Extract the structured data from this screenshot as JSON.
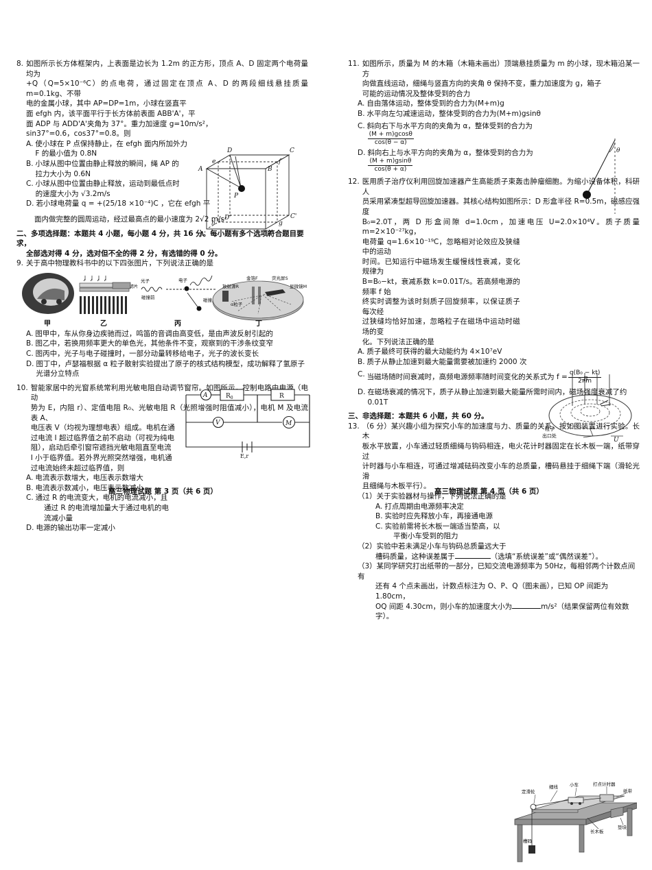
{
  "document": {
    "title": "高三物理试题",
    "left_page_footer": "高三物理试题  第 3 页（共 6 页）",
    "right_page_footer": "高三物理试题  第 4 页（共 6 页）"
  },
  "q8": {
    "number": "8.",
    "stem_l1": "如图所示长方体框架内，上表面是边长为 1.2m 的正方形，顶点 A、D 固定两个电荷量均为",
    "stem_l2": "+Q（Q=5×10⁻⁶C）的点电荷，通过固定在顶点 A、D 的两段细线悬挂质量 m=0.1kg、不带",
    "stem_l3": "电的金属小球，其中 AP=DP=1m，小球在竖直平",
    "stem_l4": "面 efgh 内，该平面平行于长方体前表面 ABB'A'，平",
    "stem_l5": "面 ADP 与 ADD'A'夹角为 37°。重力加速度 g=10m/s²，",
    "stem_l6": "sin37°=0.6，cos37°=0.8。则",
    "optA_1": "使小球在 P 点保持静止，在 efgh 面内所加外力",
    "optA_2": "F 的最小值为 0.8N",
    "optB_1": "小球从图中位置由静止释放的瞬间，绳 AP 的",
    "optB_2": "拉力大小为 0.6N",
    "optC_1": "小球从图中位置由静止释放，运动到最低点时",
    "optC_2": "的速度大小为 √3.2m/s",
    "optD_1": "若小球电荷量 q = +(25/18 ×10⁻⁴)C ，它在 efgh 平",
    "optD_2": "面内做完整的圆周运动，经过最高点的最小速度为 2√2 m/s",
    "figure_labels": [
      "D",
      "C",
      "e",
      "f",
      "A",
      "B",
      "P",
      "D'",
      "C'",
      "h",
      "g",
      "A'",
      "B'"
    ]
  },
  "section2": {
    "line1": "二、多项选择题：本题共 4 小题，每小题 4 分，共 16 分。每小题有多个选项符合题目要求，",
    "line2": "全部选对得 4 分，选对但不全的得 2 分，有选错的得 0 分。"
  },
  "q9": {
    "number": "9.",
    "stem": "关于高中物理教科书中的以下四张图片，下列说法正确的是",
    "fig_captions": [
      "甲",
      "乙",
      "丙",
      "丁"
    ],
    "fig_labels": [
      "滤片",
      "光子",
      "电子",
      "碰撞前",
      "碰撞后",
      "放射源R",
      "金箔F",
      "荧光屏S",
      "显微镜M",
      "α粒子"
    ],
    "optA": "图甲中，车从你身边疾驰而过，鸣笛的音调由高变低，是由声波反射引起的",
    "optB": "图乙中，若换用频率更大的单色光，其他条件不变，观察到的干涉条纹变窄",
    "optC": "图丙中，光子与电子碰撞时，一部分动量转移给电子，光子的波长变长",
    "optD_1": "图丁中，卢瑟福根据 α 粒子散射实验提出了原子的核式结构模型，成功解释了氢原子",
    "optD_2": "光谱分立特点"
  },
  "q10": {
    "number": "10.",
    "stem_l1": "智能家居中的光窗系统常利用光敏电阻自动调节窗帘。如图所示，控制电路由电源（电动",
    "stem_l2": "势为 E，内阻 r）、定值电阻 R₀、光敏电阻 R（光照增强时阻值减小），电机 M 及电流表 A、",
    "stem_l3": "电压表 V（均视为理想电表）组成。电机在通",
    "stem_l4": "过电流 I 超过临界值之前不启动（可视为纯电",
    "stem_l5": "阻），启动后牵引窗帘遮挡光敏电阻直至电流",
    "stem_l6": "I 小于临界值。若外界光照突然增强，电机通",
    "stem_l7": "过电流始终未超过临界值，则",
    "optA": "电流表示数增大，电压表示数增大",
    "optB": "电流表示数减小，电压表示数减小",
    "optC_1": "通过 R 的电流变大，电机的电流减小，且",
    "optC_2": "通过 R 的电流增加量大于通过电机的电流减小量",
    "optD": "电源的输出功率一定减小",
    "circuit_labels": [
      "A",
      "R₀",
      "R",
      "V",
      "M",
      "E,r"
    ]
  },
  "q11": {
    "number": "11.",
    "stem_l1": "如图所示，质量为 M 的木箱（木箱未画出）顶端悬挂质量为 m 的小球，现木箱沿某一方",
    "stem_l2": "向做直线运动，细绳与竖直方向的夹角 θ 保持不变，重力加速度为 g，箱子",
    "stem_l3": "可能的运动情况及整体受到的合力",
    "optA": "自由落体运动，整体受到的合力为(M+m)g",
    "optB": "水平向左匀减速运动，整体受到的合力为(M+m)gsinθ",
    "optC_pre": "斜向右下与水平方向的夹角为 α，整体受到的合力为",
    "optC_num": "(M + m)gcosθ",
    "optC_den": "cos(θ − α)",
    "optD_pre": "斜向右上与水平方向的夹角为 α，整体受到的合力为",
    "optD_num": "(M + m)gsinθ",
    "optD_den": "cos(θ + α)",
    "fig_label": "θ"
  },
  "q12": {
    "number": "12.",
    "stem_l1": "医用质子治疗仪利用回旋加速器产生高能质子束轰击肿瘤细胞。为缩小设备体积，科研人",
    "stem_l2": "员采用紧凑型超导回旋加速器。其核心结构如图所示：D 形盒半径 R=0.5m，磁感应强度",
    "stem_l3": "B₀=2.0T，两 D 形盒间隙 d=1.0cm，加速电压 U=2.0×10⁴V。质子质量 m=2×10⁻²⁷kg，",
    "stem_l4": "电荷量 q=1.6×10⁻¹⁹C，忽略相对论效应及狭缝中的运动",
    "stem_l5": "时间。已知运行中磁场发生缓慢线性衰减，变化规律为",
    "stem_l6": "B=B₀−kt，衰减系数 k=0.01T/s。若高频电源的频率 f 始",
    "stem_l7": "终实时调整为该时刻质子回旋频率，以保证质子每次经",
    "stem_l8": "过狭缝均恰好加速，忽略粒子在磁场中运动时磁场的变",
    "stem_l9": "化。下列说法正确的是",
    "optA": "质子最终可获得的最大动能约为 4×10⁷eV",
    "optB": "质子从静止加速到最大能量需要被加速约 2000 次",
    "optC_pre": "当磁场随时间衰减时，高频电源频率随时间变化的关系式为 f =",
    "optC_num": "q(B₀ − kt)",
    "optC_den": "2πm",
    "optD": "在磁场衰减的情况下，质子从静止加速到最大能量所需时间内，磁场强度衰减了约 0.01T",
    "fig_labels": [
      "B",
      "粒子",
      "出口处",
      "U"
    ]
  },
  "section3": {
    "line1": "三、非选择题：本题共 6 小题，共 60 分。"
  },
  "q13": {
    "number": "13.",
    "stem_l1": "（6 分）某兴趣小组为探究小车的加速度与力、质量的关系，按如图装置进行实验。长木",
    "stem_l2": "板水平放置，小车通过轻质细绳与钩码相连，电火花计时器固定在长木板一端，纸带穿过",
    "stem_l3": "计时器与小车相连，可通过增减砝码改变小车的总质量，槽码悬挂于细绳下端（滑轮光滑",
    "stem_l4": "且细绳与木板平行）。",
    "sub1": "（1）关于实验器材与操作，下列说法正确的是",
    "optA": "打点周期由电源频率决定",
    "optB": "实验时应先释放小车，再接通电源",
    "optC_1": "实验前需将长木板一端适当垫高，以",
    "optC_2": "平衡小车受到的阻力",
    "sub2_1": "（2）实验中若未满足小车与钩码总质量远大于",
    "sub2_2_pre": "槽码质量，这种误差属于",
    "sub2_2_post": "（选填“系统误差”或“偶然误差”）。",
    "sub3_1": "（3）某同学研究打出纸带的一部分，已知交流电源频率为 50Hz，每相邻两个计数点间有",
    "sub3_2": "还有 4 个点未画出，计数点标注为 O、P、Q（图未画），已知 OP 间距为 1.80cm，",
    "sub3_3_pre": "OQ 间距 4.30cm，则小车的加速度大小为",
    "sub3_3_mid": "m/s²（结果保留两位有效数字）。",
    "fig_labels": [
      "定滑轮",
      "细线",
      "小车",
      "打点计时器",
      "纸带",
      "槽码",
      "长木板",
      "垫块"
    ]
  },
  "colors": {
    "ink": "#111111",
    "paper": "#ffffff",
    "figure_gray": "#8a8a8a"
  }
}
